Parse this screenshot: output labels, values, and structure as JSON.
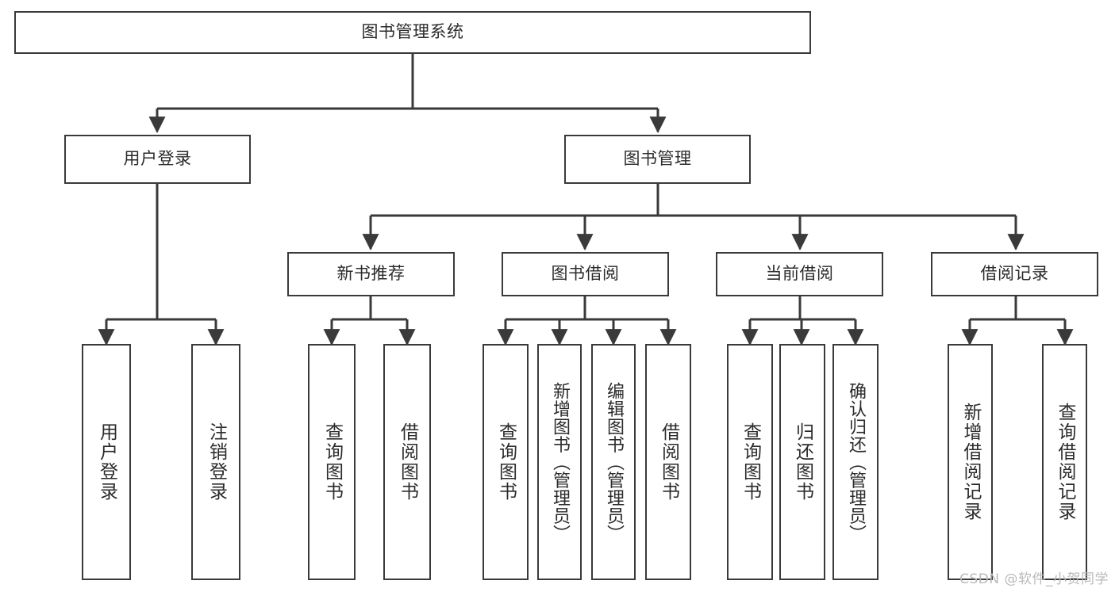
{
  "diagram": {
    "type": "tree",
    "title": "图书管理系统",
    "orientation": "top-down",
    "edge_color": "#3a3a3a",
    "box_border_color": "#3a3a3a",
    "box_fill_color": "#ffffff",
    "text_color": "#2b2b2b"
  },
  "root": {
    "label": "图书管理系统"
  },
  "level2": {
    "user_login": {
      "label": "用户登录"
    },
    "book_manage": {
      "label": "图书管理"
    }
  },
  "level3": {
    "new_book_rec": {
      "label": "新书推荐"
    },
    "book_borrow": {
      "label": "图书借阅"
    },
    "current_borrow": {
      "label": "当前借阅"
    },
    "borrow_record": {
      "label": "借阅记录"
    }
  },
  "leaves": {
    "user_login_children": [
      {
        "label": "用户登录"
      },
      {
        "label": "注销登录"
      }
    ],
    "new_book_rec_children": [
      {
        "label": "查询图书"
      },
      {
        "label": "借阅图书"
      }
    ],
    "book_borrow_children": [
      {
        "label": "查询图书"
      },
      {
        "label": "新增图书（管理员）"
      },
      {
        "label": "编辑图书（管理员）"
      },
      {
        "label": "借阅图书"
      }
    ],
    "current_borrow_children": [
      {
        "label": "查询图书"
      },
      {
        "label": "归还图书"
      },
      {
        "label": "确认归还（管理员）"
      }
    ],
    "borrow_record_children": [
      {
        "label": "新增借阅记录"
      },
      {
        "label": "查询借阅记录"
      }
    ]
  },
  "watermark": {
    "text": "CSDN @软件_小贺同学"
  }
}
